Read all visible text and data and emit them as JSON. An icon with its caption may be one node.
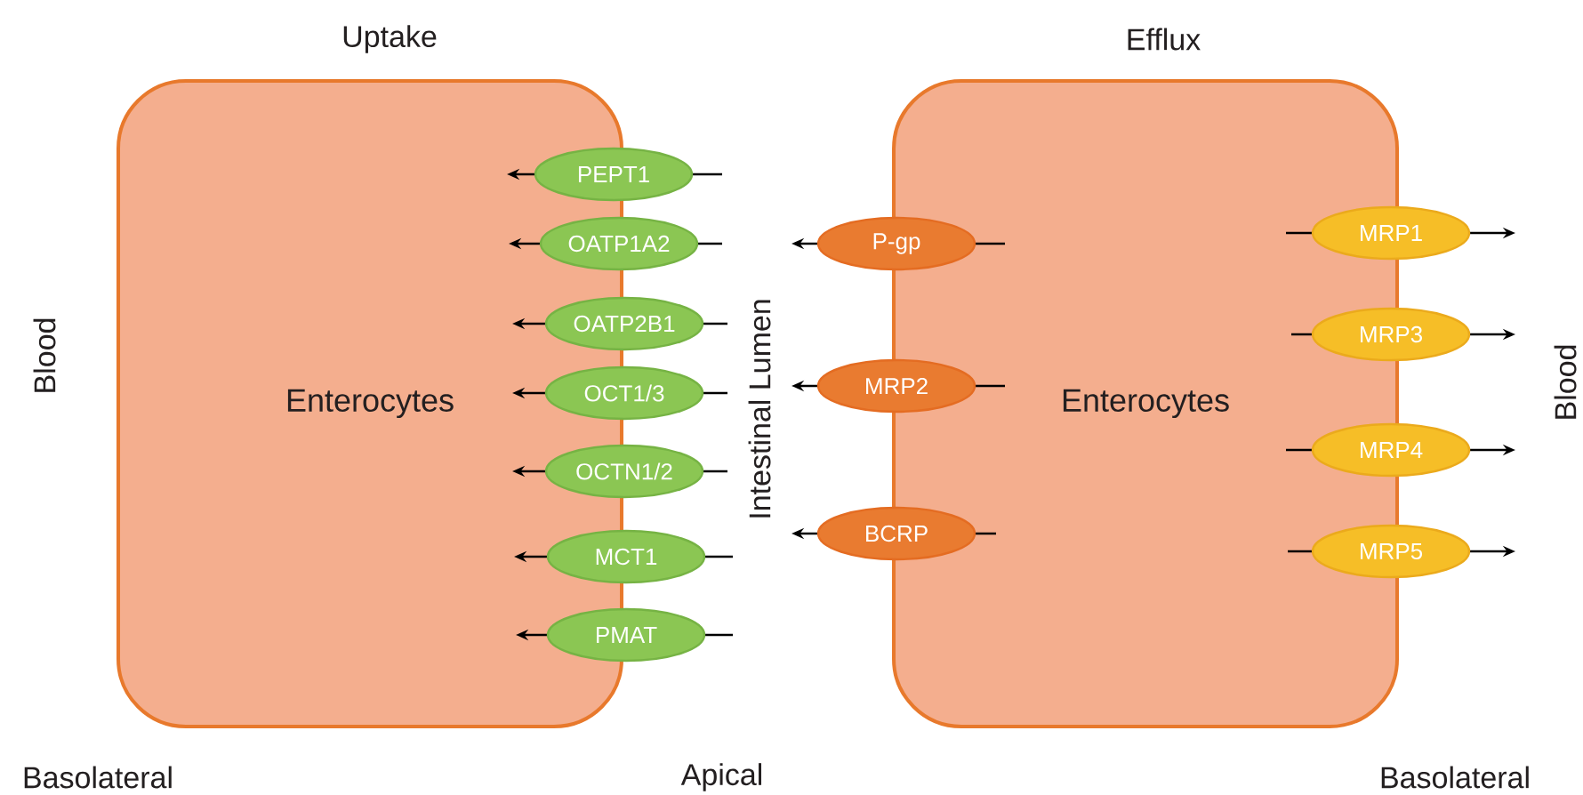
{
  "diagram": {
    "nodes": [
      {
        "text": [
          "Enterocytes"
        ]
      },
      {
        "text": [
          "PEPT1"
        ]
      },
      {
        "text": [
          "OATP1A2"
        ]
      },
      {
        "text": [
          "OATP2B1"
        ]
      },
      {
        "text": [
          "OCT1/3"
        ]
      },
      {
        "text": [
          "OCTN1/2"
        ]
      },
      {
        "text": [
          "MCT1"
        ]
      },
      {
        "text": [
          "PMAT"
        ]
      },
      {
        "text": [
          "Enterocytes"
        ]
      },
      {
        "text": [
          "P-gp"
        ]
      },
      {
        "text": [
          "MRP2"
        ]
      },
      {
        "text": [
          "BCRP"
        ]
      },
      {
        "text": [
          "MRP1"
        ]
      },
      {
        "text": [
          "MRP3"
        ]
      },
      {
        "text": [
          "MRP4"
        ]
      },
      {
        "text": [
          "MRP5"
        ]
      }
    ],
    "labels": [
      "Uptake",
      "Efflux",
      "Blood",
      "Intestinal Lumen",
      "Blood",
      "Basolateral",
      "Apical",
      "Basolateral"
    ]
  }
}
